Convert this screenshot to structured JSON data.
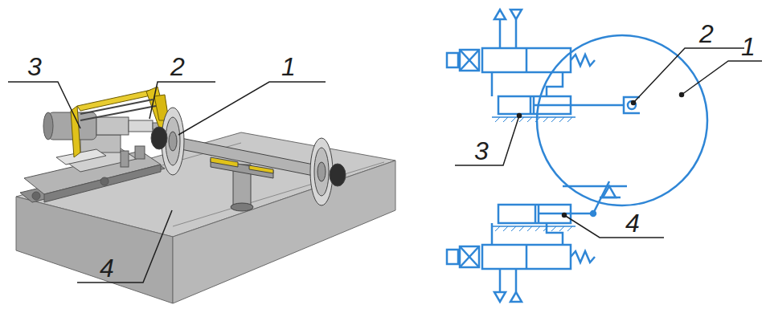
{
  "diagram": {
    "labels": [
      "3",
      "2",
      "1",
      "4",
      "2",
      "1",
      "3",
      "4"
    ]
  }
}
